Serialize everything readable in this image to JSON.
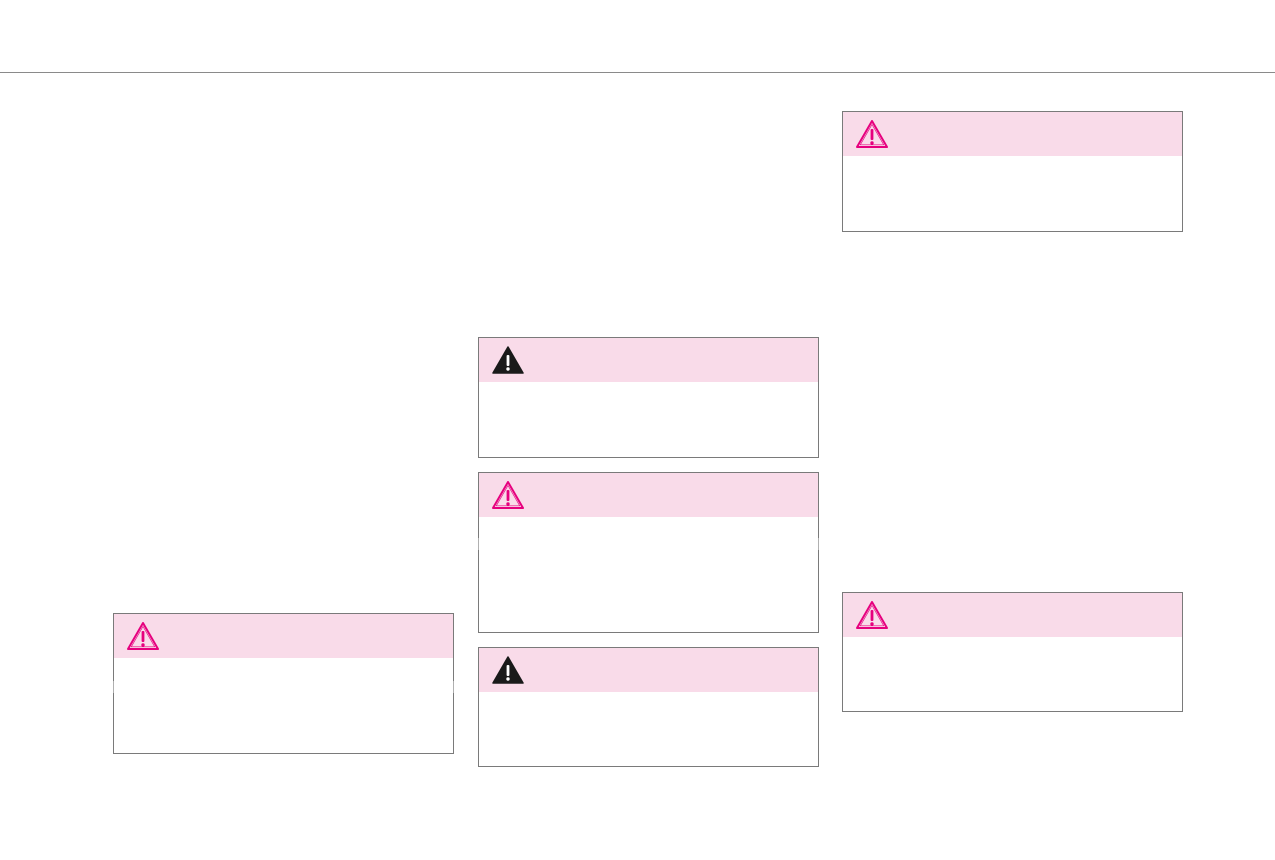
{
  "page": {
    "background": "#ffffff",
    "rule_color": "#8a8a8a"
  },
  "boxes": [
    {
      "id": "warning-box-1",
      "icon": "caution-outline-icon",
      "header_color": "#f9dbe9",
      "icon_color": "#e6007e",
      "body_text": ""
    },
    {
      "id": "warning-box-2",
      "icon": "warning-filled-icon",
      "header_color": "#f9dbe9",
      "icon_color": "#1a1a1a",
      "body_text": ""
    },
    {
      "id": "warning-box-3",
      "icon": "caution-outline-icon",
      "header_color": "#f9dbe9",
      "icon_color": "#e6007e",
      "body_text": ""
    },
    {
      "id": "warning-box-4",
      "icon": "warning-filled-icon",
      "header_color": "#f9dbe9",
      "icon_color": "#1a1a1a",
      "body_text": ""
    },
    {
      "id": "warning-box-5",
      "icon": "caution-outline-icon",
      "header_color": "#f9dbe9",
      "icon_color": "#e6007e",
      "body_text": ""
    },
    {
      "id": "warning-box-6",
      "icon": "caution-outline-icon",
      "header_color": "#f9dbe9",
      "icon_color": "#e6007e",
      "body_text": ""
    }
  ]
}
